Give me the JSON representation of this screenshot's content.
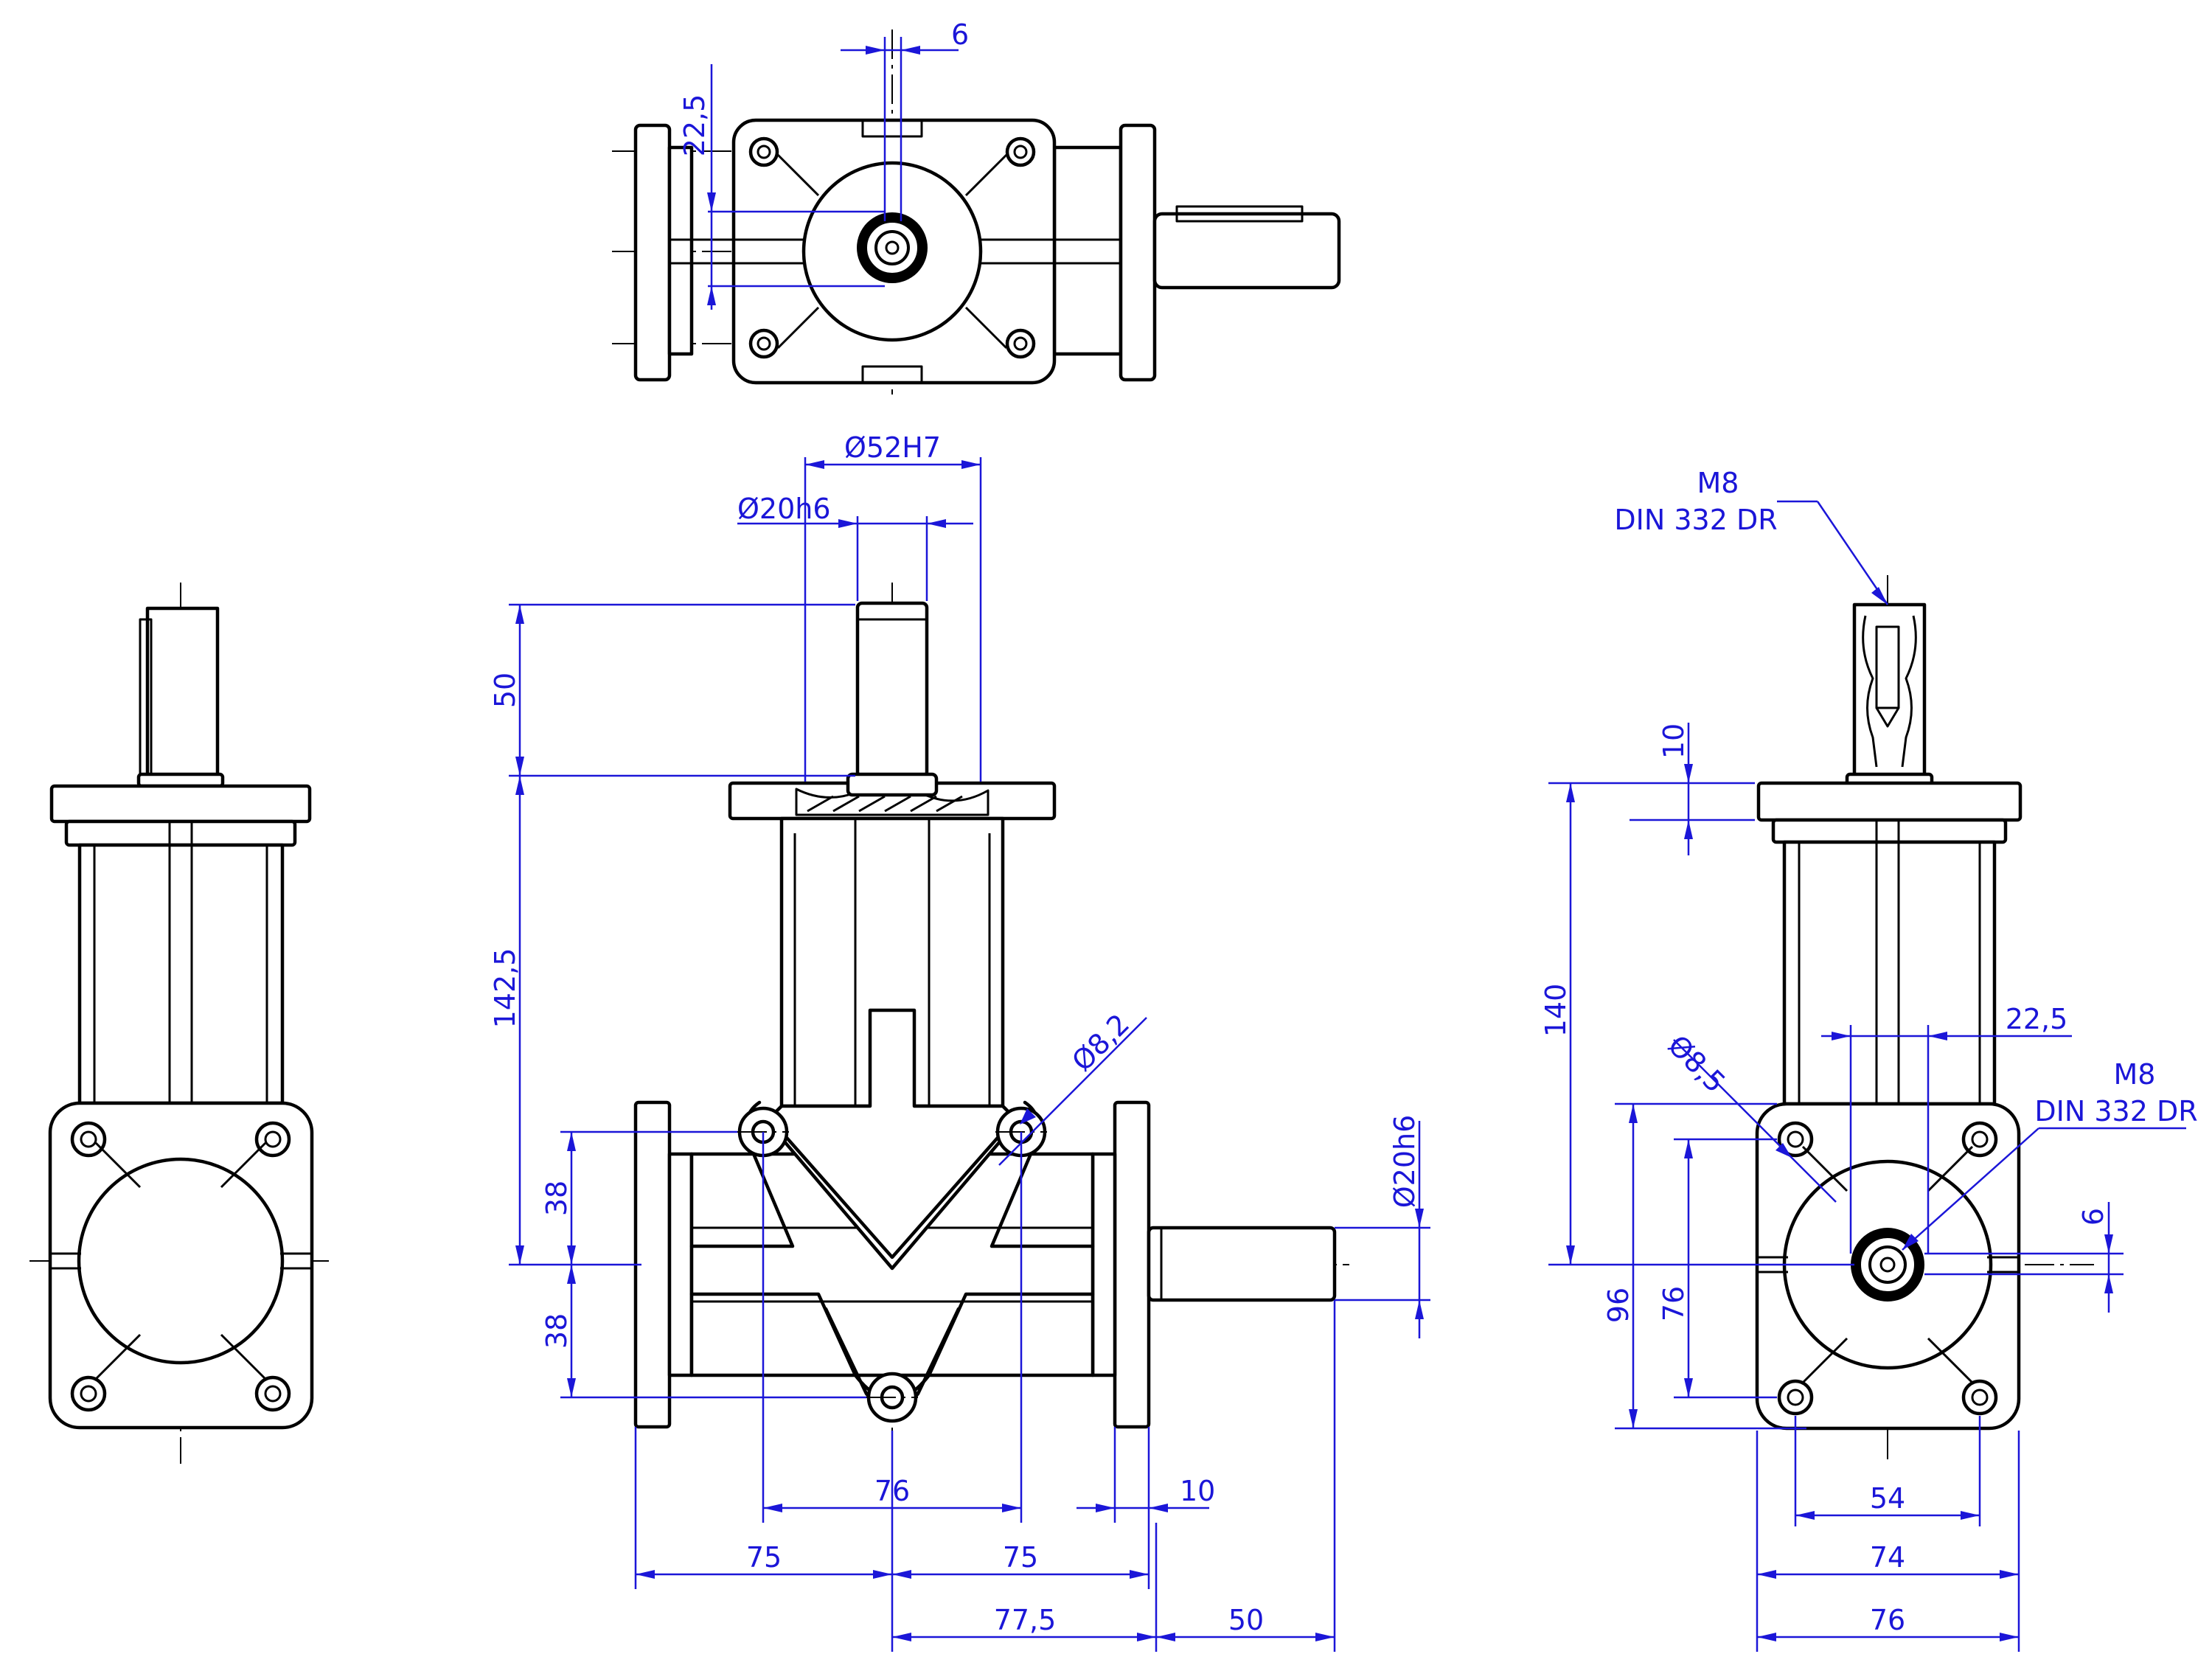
{
  "drawing": {
    "accent_color": "#1b16d8",
    "line_color": "#000000",
    "background": "#ffffff"
  },
  "top_view": {
    "dims": {
      "key_offset": "6",
      "key_depth": "22,5"
    }
  },
  "front_view": {
    "dims": {
      "bore": "Ø52H7",
      "shaft_top": "Ø20h6",
      "shaft_length_top": "50",
      "flange_to_axis": "142,5",
      "hole_dia": "Ø8,2",
      "hole_upper": "38",
      "hole_lower": "38",
      "shaft_right": "Ø20h6",
      "hole_spacing": "76",
      "flange_thickness": "10",
      "half_left": "75",
      "half_right": "75",
      "axis_to_flange": "77,5",
      "shaft_length_right": "50"
    }
  },
  "side_view": {
    "dims": {
      "thread_top_line1": "M8",
      "thread_top_line2": "DIN 332 DR",
      "flange_thickness": "10",
      "height_140": "140",
      "hole_dia": "Ø8,5",
      "key_width": "22,5",
      "thread_right_line1": "M8",
      "thread_right_line2": "DIN 332 DR",
      "key_6": "6",
      "height_96": "96",
      "height_76": "76",
      "width_54": "54",
      "width_74": "74",
      "width_76": "76"
    }
  }
}
